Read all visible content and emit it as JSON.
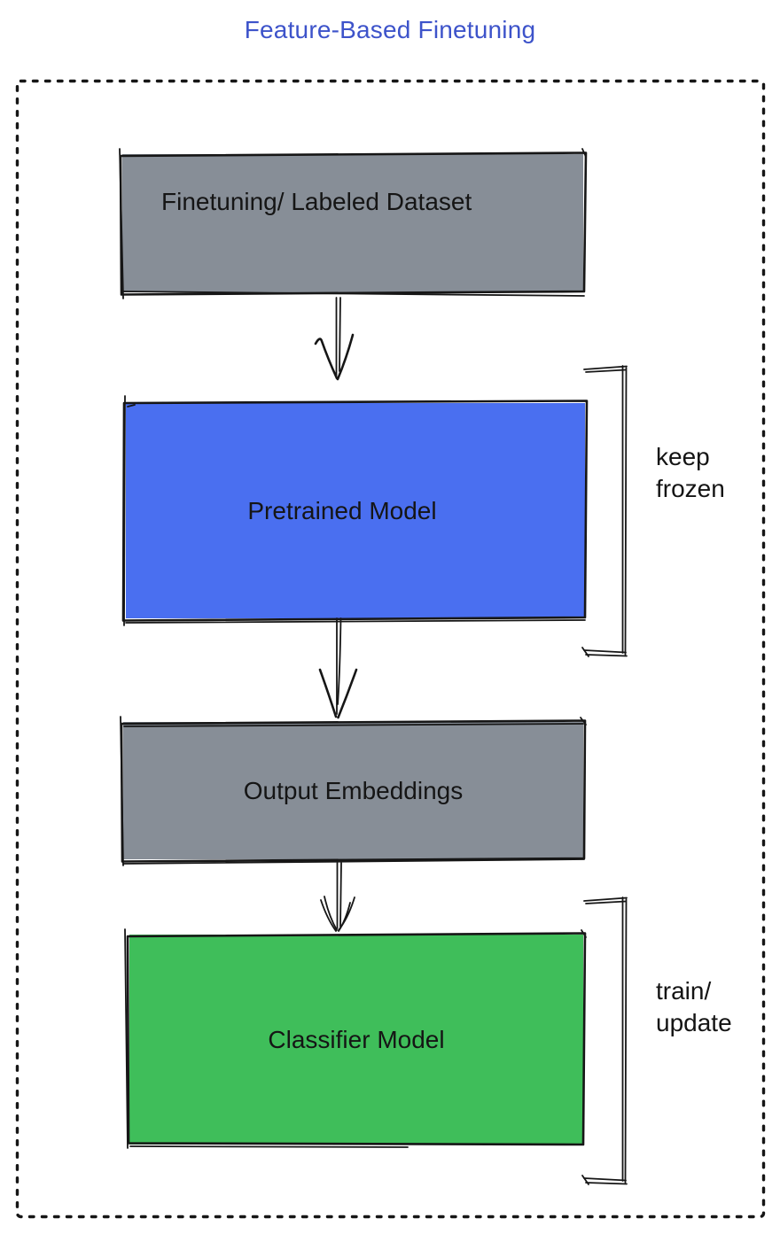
{
  "title": "Feature-Based Finetuning",
  "colors": {
    "title": "#3D53CA",
    "frame": "#3C55C8",
    "ink": "#161616",
    "gray": "#878E97",
    "blue": "#4A6FF0",
    "green": "#3FBE5A"
  },
  "nodes": [
    {
      "label": "Finetuning/ Labeled Dataset",
      "fill": "#878E97"
    },
    {
      "label": "Pretrained Model",
      "fill": "#4A6FF0"
    },
    {
      "label": "Output Embeddings",
      "fill": "#878E97"
    },
    {
      "label": "Classifier Model",
      "fill": "#3FBE5A"
    }
  ],
  "annotations": [
    {
      "line1": "keep",
      "line2": "frozen"
    },
    {
      "line1": "train/",
      "line2": "update"
    }
  ]
}
